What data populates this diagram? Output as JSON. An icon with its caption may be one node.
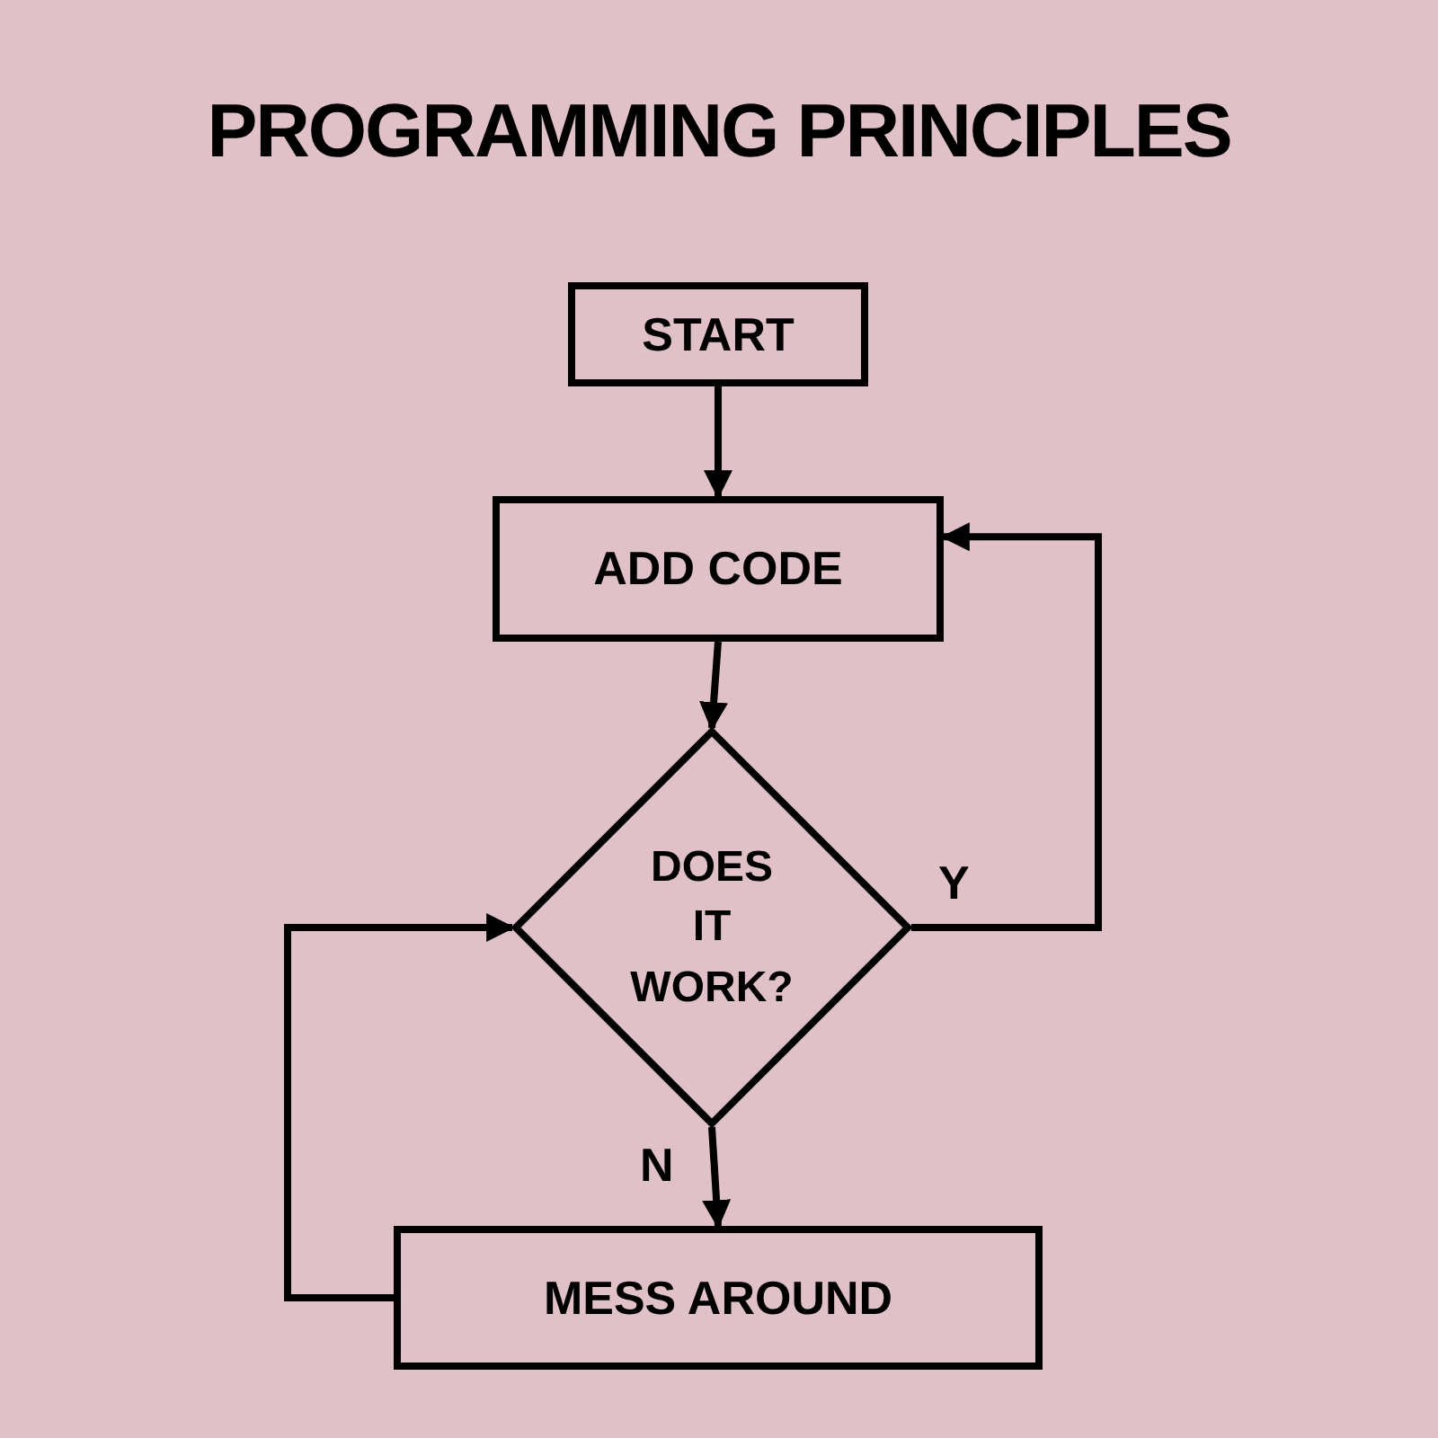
{
  "diagram": {
    "title": "PROGRAMMING PRINCIPLES",
    "nodes": [
      {
        "text": [
          "START"
        ]
      },
      {
        "text": [
          "ADD CODE"
        ]
      },
      {
        "text": [
          "DOES IT WORK?"
        ]
      },
      {
        "text": [
          "MESS AROUND"
        ]
      }
    ],
    "edges": [
      {
        "from": 0,
        "to": 1,
        "arrow": "to"
      },
      {
        "from": 1,
        "to": 2,
        "arrow": "to"
      },
      {
        "from": 2,
        "to": 1,
        "arrow": "to",
        "label": "Y"
      },
      {
        "from": 2,
        "to": 3,
        "arrow": "to",
        "label": "N"
      },
      {
        "from": 3,
        "to": 2,
        "arrow": "to"
      }
    ]
  }
}
